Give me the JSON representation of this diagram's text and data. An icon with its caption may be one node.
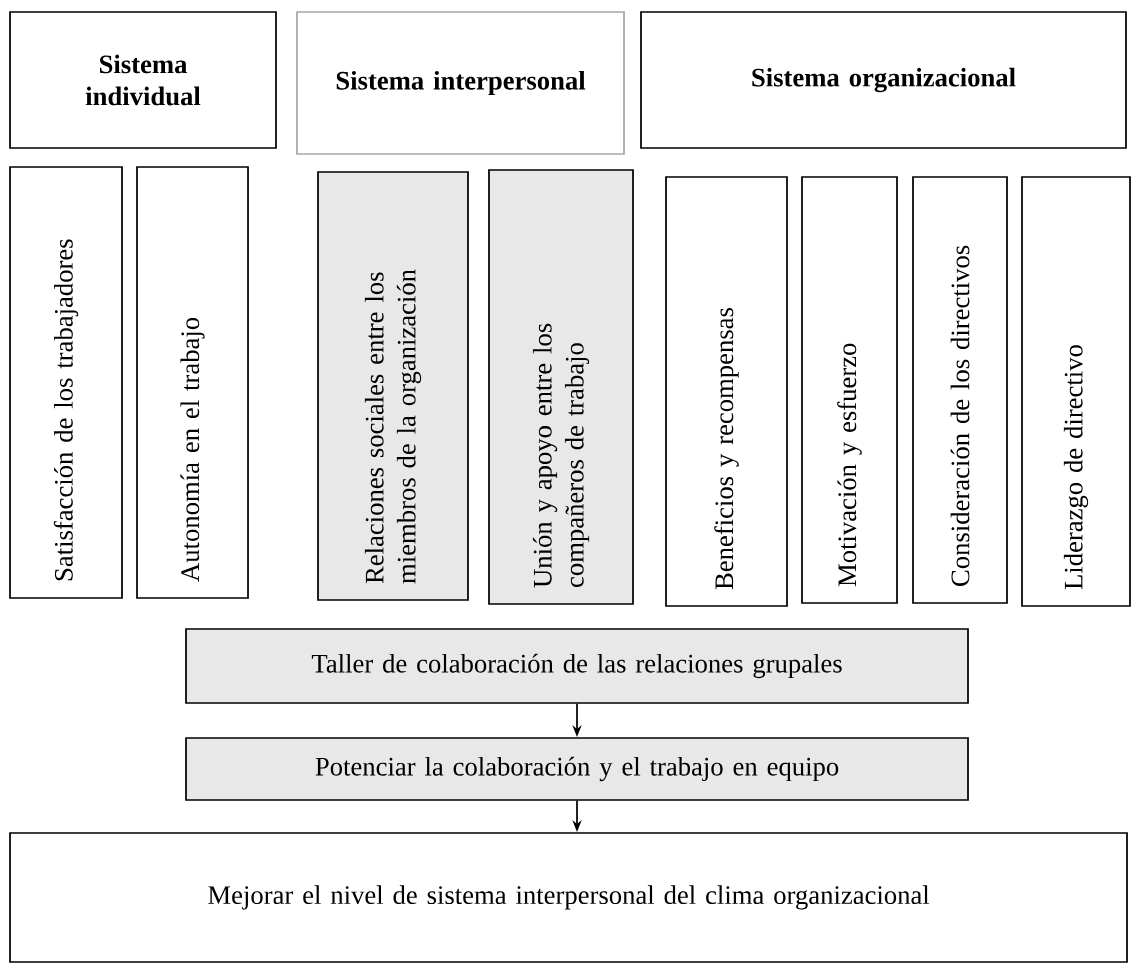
{
  "diagram": {
    "nodes": [
      {
        "text": [
          "Sistema individual"
        ]
      },
      {
        "text": [
          "Sistema interpersonal"
        ]
      },
      {
        "text": [
          "Sistema organizacional"
        ]
      },
      {
        "text": [
          "Satisfacción de los trabajadores"
        ]
      },
      {
        "text": [
          "Autonomía en el trabajo"
        ]
      },
      {
        "text": [
          "Relaciones sociales entre los miembros de la organización"
        ]
      },
      {
        "text": [
          "Unión y apoyo entre los compañeros de trabajo"
        ]
      },
      {
        "text": [
          "Beneficios y recompensas"
        ]
      },
      {
        "text": [
          "Motivación y esfuerzo"
        ]
      },
      {
        "text": [
          "Consideración de los directivos"
        ]
      },
      {
        "text": [
          "Liderazgo de directivo"
        ]
      },
      {
        "text": [
          "Taller de colaboración de las relaciones grupales"
        ]
      },
      {
        "text": [
          "Potenciar la colaboración y el trabajo en equipo"
        ]
      },
      {
        "text": [
          "Mejorar el nivel de sistema interpersonal del clima organizacional"
        ]
      }
    ],
    "edges": [
      {
        "from": 11,
        "to": 12,
        "arrow": "to"
      },
      {
        "from": 12,
        "to": 13,
        "arrow": "to"
      }
    ]
  }
}
